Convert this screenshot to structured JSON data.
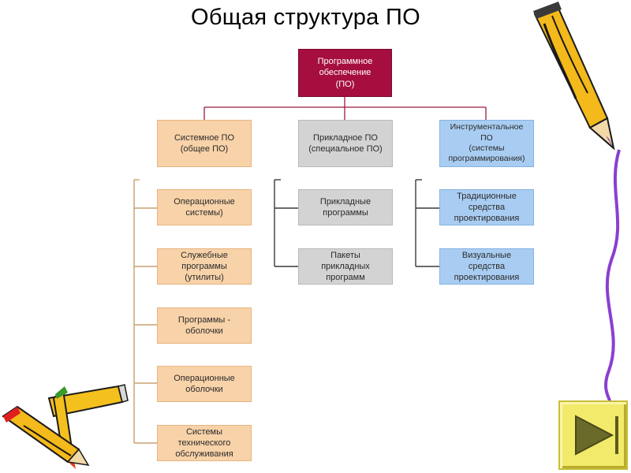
{
  "title": "Общая структура ПО",
  "root": "Программное\nобеспечение\n(ПО)",
  "columns": {
    "system": {
      "header": "Системное ПО\n(общее ПО)",
      "items": [
        "Операционные\nсистемы)",
        "Служебные\nпрограммы\n(утилиты)",
        "Программы -\nоболочки",
        "Операционные\nоболочки",
        "Системы\nтехнического\nобслуживания"
      ]
    },
    "applied": {
      "header": "Прикладное ПО\n(специальное ПО)",
      "items": [
        "Прикладные\nпрограммы",
        "Пакеты\nприкладных\nпрограмм"
      ]
    },
    "instrumental": {
      "header": "Инструментальное\nПО\n(системы\nпрограммирования)",
      "items": [
        "Традиционные\nсредства\nпроектирования",
        "Визуальные\nсредства\nпроектирования"
      ]
    }
  },
  "colors": {
    "root": "#a50e3e",
    "system": "#f8d2a8",
    "applied": "#d3d3d3",
    "instrumental": "#a9cdf2",
    "connector_root": "#9a1a3a",
    "connector_system": "#c8a070",
    "connector_applied": "#3a3a3a",
    "connector_instrumental": "#3a3a3a"
  },
  "decorations": {
    "top_right": "pencil-icon",
    "bottom_left": "pencils-icon",
    "right_edge": "squiggle-line-icon"
  },
  "navigation": {
    "next_icon": "play-arrow-icon"
  }
}
